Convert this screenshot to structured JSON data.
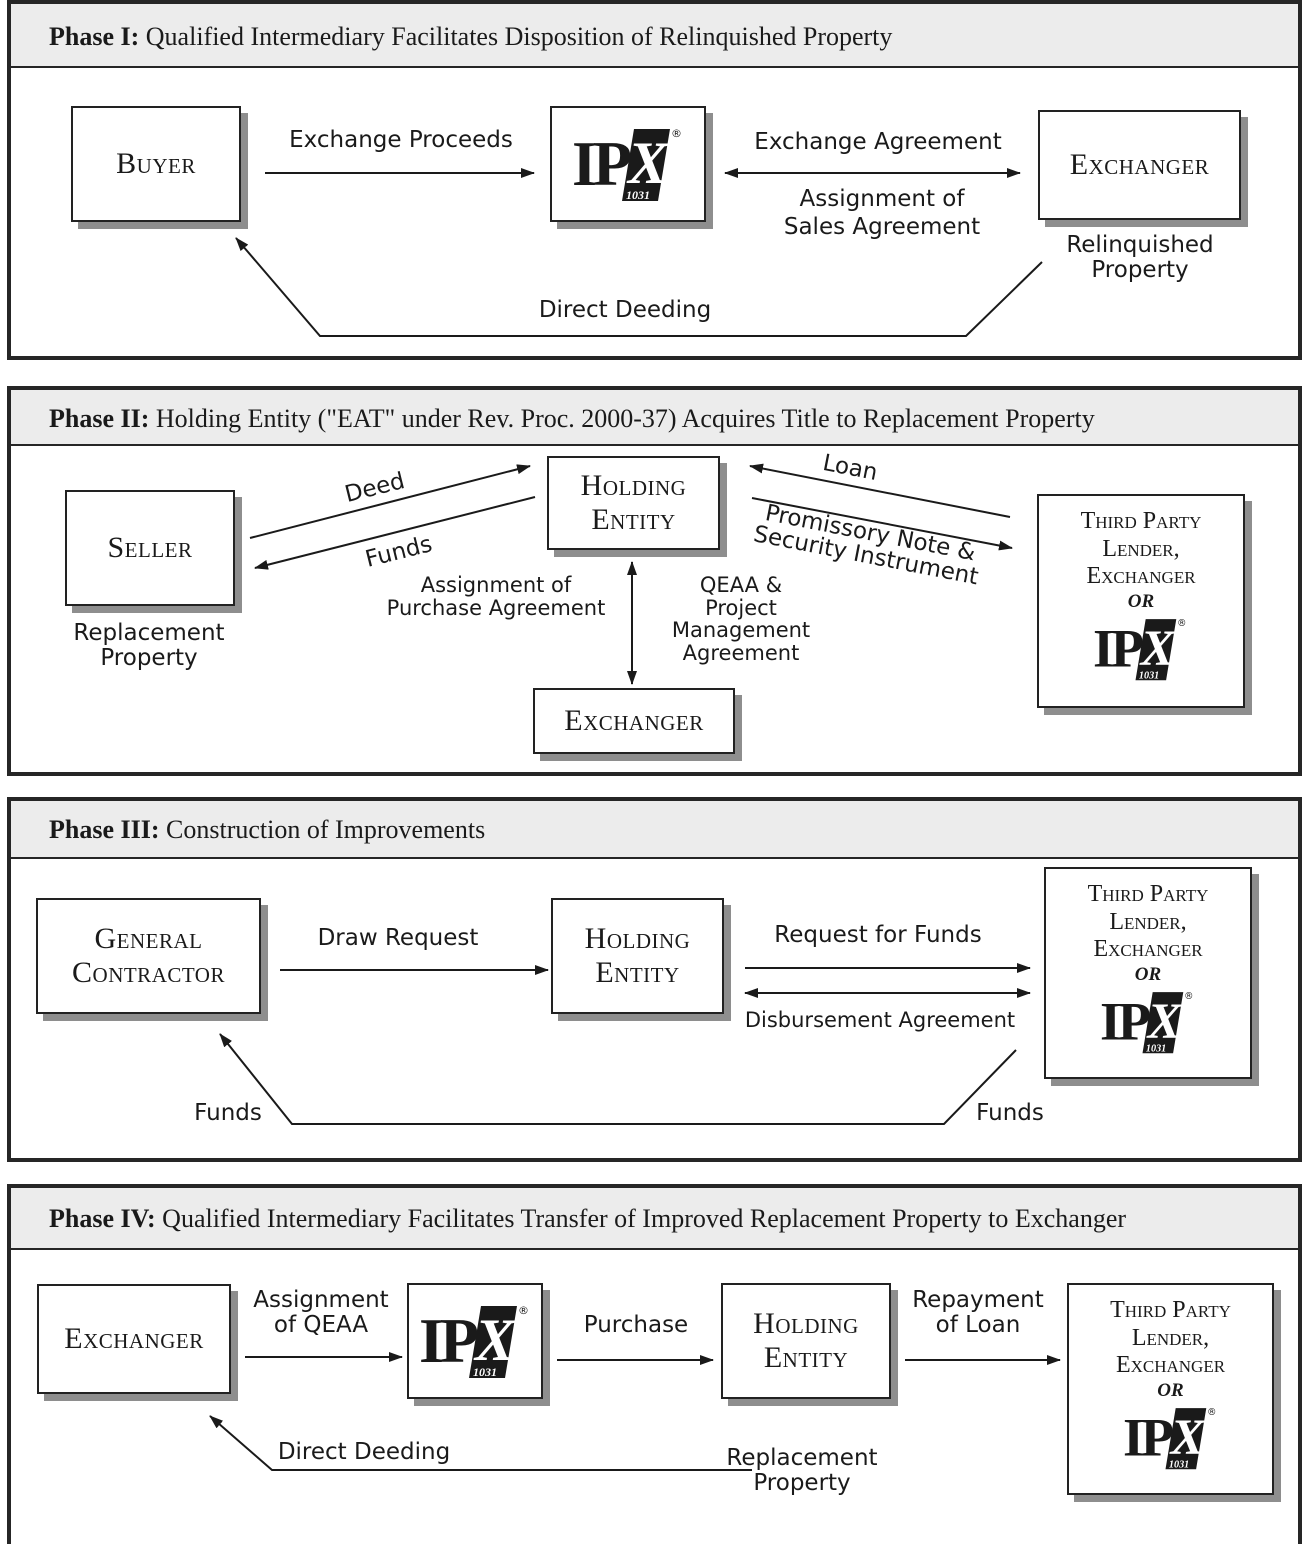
{
  "phases": [
    {
      "title_bold": "Phase I:",
      "title_rest": "Qualified Intermediary Facilitates Disposition of Relinquished Property",
      "boxes": {
        "buyer": "Buyer",
        "exchanger": "Exchanger"
      },
      "labels": {
        "exchange_proceeds": "Exchange Proceeds",
        "exchange_agreement": "Exchange Agreement",
        "assignment_sales": "Assignment of\nSales Agreement",
        "relinquished_property": "Relinquished\nProperty",
        "direct_deeding": "Direct Deeding"
      }
    },
    {
      "title_bold": "Phase II:",
      "title_rest": "Holding Entity (\"EAT\" under Rev. Proc. 2000-37) Acquires Title to Replacement Property",
      "boxes": {
        "seller": "Seller",
        "holding_entity": "Holding\nEntity",
        "exchanger": "Exchanger",
        "lender": "Third Party\nLender,\nExchanger",
        "or": "OR"
      },
      "labels": {
        "deed": "Deed",
        "funds": "Funds",
        "loan": "Loan",
        "promissory_note": "Promissory Note &\nSecurity Instrument",
        "assignment_purchase": "Assignment of\nPurchase Agreement",
        "qeaa": "QEAA &\nProject\nManagement\nAgreement",
        "replacement_property": "Replacement\nProperty"
      }
    },
    {
      "title_bold": "Phase III:",
      "title_rest": "Construction of Improvements",
      "boxes": {
        "contractor": "General\nContractor",
        "holding_entity": "Holding\nEntity",
        "lender": "Third Party\nLender,\nExchanger",
        "or": "OR"
      },
      "labels": {
        "draw_request": "Draw Request",
        "request_funds": "Request for Funds",
        "disbursement": "Disbursement Agreement",
        "funds_left": "Funds",
        "funds_right": "Funds"
      }
    },
    {
      "title_bold": "Phase IV:",
      "title_rest": "Qualified Intermediary Facilitates Transfer of Improved Replacement Property to Exchanger",
      "boxes": {
        "exchanger": "Exchanger",
        "holding_entity": "Holding\nEntity",
        "lender": "Third Party\nLender,\nExchanger",
        "or": "OR"
      },
      "labels": {
        "assignment_qeaa": "Assignment\nof QEAA",
        "purchase": "Purchase",
        "repayment": "Repayment\nof Loan",
        "direct_deeding": "Direct Deeding",
        "replacement_property": "Replacement\nProperty"
      }
    }
  ],
  "logo": {
    "text": "IPX",
    "sub": "1031",
    "mark": "®"
  }
}
